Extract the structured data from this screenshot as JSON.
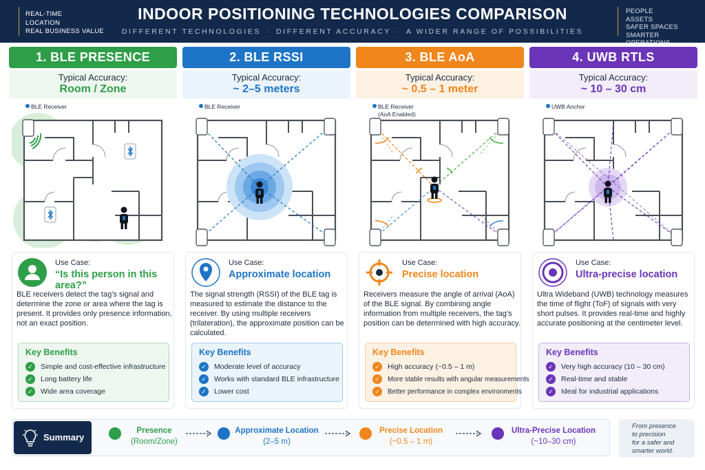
{
  "header": {
    "left_lines": [
      "REAL-TIME",
      "LOCATION",
      "REAL BUSINESS VALUE"
    ],
    "title": "INDOOR POSITIONING TECHNOLOGIES COMPARISON",
    "subtitle_parts": [
      "DIFFERENT TECHNOLOGIES",
      "DIFFERENT ACCURACY",
      "A WIDER RANGE OF POSSIBILITIES"
    ],
    "subtitle_sep": "·",
    "right_lines": [
      "PEOPLE",
      "ASSETS",
      "SAFER SPACES",
      "SMARTER OPERATIONS"
    ]
  },
  "accuracy_label": "Typical Accuracy:",
  "use_case_label": "Use Case:",
  "benefits_title": "Key Benefits",
  "columns": [
    {
      "title": "1. BLE PRESENCE",
      "accuracy": "Room / Zone",
      "diagram_label": "BLE Receiver",
      "use_case_title": "“Is this person in this area?”",
      "description": "BLE receivers detect the tag’s signal and determine the zone or area where the tag is present. It provides only presence information, not an exact position.",
      "benefits": [
        "Simple and cost-effective infrastructure",
        "Long battery life",
        "Wide area coverage"
      ],
      "icon": "person-icon",
      "color": "#2e9e48",
      "light": "#eef7ef"
    },
    {
      "title": "2. BLE RSSI",
      "accuracy": "~ 2–5 meters",
      "diagram_label": "BLE Receiver",
      "use_case_title": "Approximate location",
      "description": "The signal strength (RSSI) of the BLE tag is measured to estimate the distance to the receiver. By using multiple receivers (trilateration), the approximate position can be calculated.",
      "benefits": [
        "Moderate level of accuracy",
        "Works with standard BLE infrastructure",
        "Lower cost"
      ],
      "icon": "location-pin-icon",
      "color": "#1e74c6",
      "light": "#ebf4fc"
    },
    {
      "title": "3. BLE AoA",
      "accuracy": "~ 0.5 – 1 meter",
      "diagram_label": "BLE Receiver\n(AoA Enabled)",
      "use_case_title": "Precise location",
      "description": "Receivers measure the angle of arrival (AoA) of the BLE signal. By combining angle information from multiple receivers, the tag’s position can be determined with high accuracy.",
      "benefits": [
        "High accuracy (~0.5 – 1 m)",
        "More stable results with angular measurements",
        "Better performance in complex environments"
      ],
      "icon": "crosshair-icon",
      "color": "#f0861c",
      "light": "#fdf1e4"
    },
    {
      "title": "4. UWB RTLS",
      "accuracy": "~ 10 – 30 cm",
      "diagram_label": "UWB Anchor",
      "use_case_title": "Ultra-precise location",
      "description": "Ultra Wideband (UWB) technology measures the time of flight (ToF) of signals with very short pulses. It provides real-time and highly accurate positioning at the centimeter level.",
      "benefits": [
        "Very high accuracy (10 – 30 cm)",
        "Real-time and stable",
        "Ideal for industrial applications"
      ],
      "icon": "target-icon",
      "color": "#6a35b8",
      "light": "#f3edfa"
    }
  ],
  "summary": {
    "label": "Summary",
    "steps": [
      {
        "name": "Presence",
        "sub": "(Room/Zone)",
        "color": "#2e9e48"
      },
      {
        "name": "Approximate Location",
        "sub": "(2–5 m)",
        "color": "#1e74c6"
      },
      {
        "name": "Precise Location",
        "sub": "(~0.5 – 1 m)",
        "color": "#f0861c"
      },
      {
        "name": "Ultra-Precise Location",
        "sub": "(~10–30 cm)",
        "color": "#6a35b8"
      }
    ],
    "closing": [
      "From presence",
      "to precision",
      "for a safer and",
      "smarter world."
    ]
  }
}
